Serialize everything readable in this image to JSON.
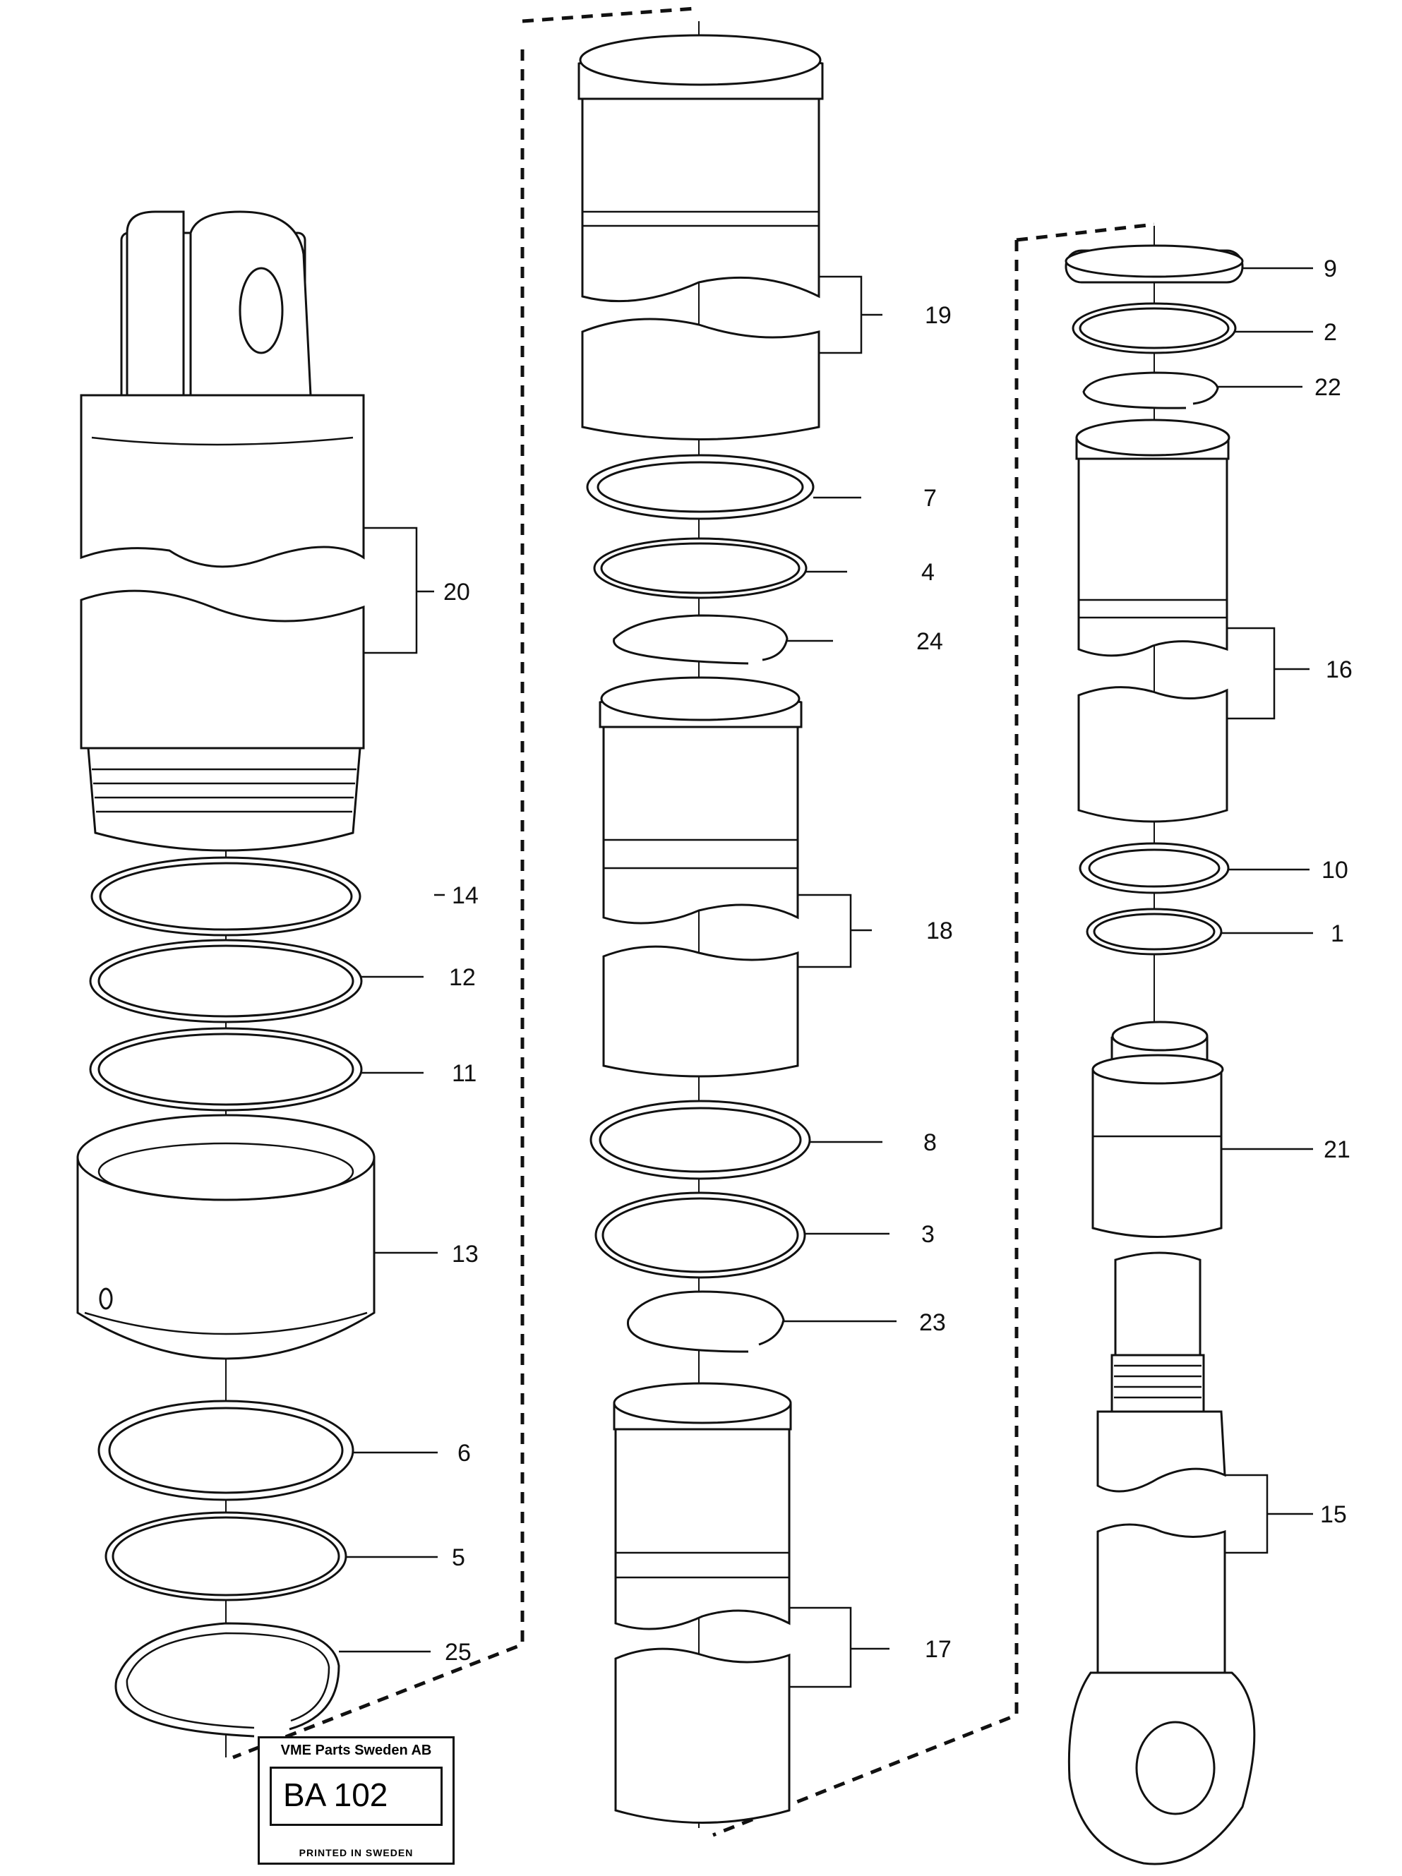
{
  "labels": {
    "p1": "1",
    "p2": "2",
    "p3": "3",
    "p4": "4",
    "p5": "5",
    "p6": "6",
    "p7": "7",
    "p8": "8",
    "p9": "9",
    "p10": "10",
    "p11": "11",
    "p12": "12",
    "p13": "13",
    "p14": "14",
    "p15": "15",
    "p16": "16",
    "p17": "17",
    "p18": "18",
    "p19": "19",
    "p20": "20",
    "p21": "21",
    "p22": "22",
    "p23": "23",
    "p24": "24",
    "p25": "25"
  },
  "title_block": {
    "company": "VME Parts Sweden AB",
    "code": "BA 102",
    "printed": "PRINTED IN SWEDEN"
  }
}
